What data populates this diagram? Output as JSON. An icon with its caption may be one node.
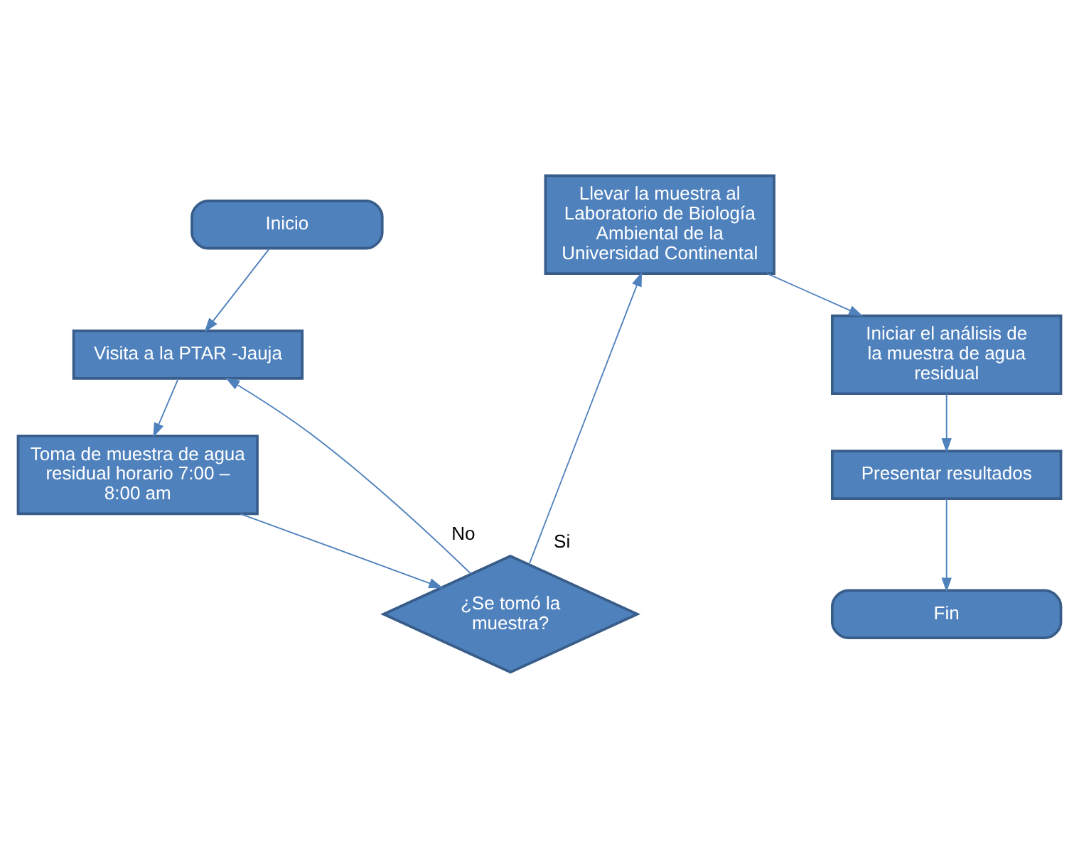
{
  "diagram": {
    "nodes": [
      {
        "text": [
          "Inicio"
        ]
      },
      {
        "text": [
          "Visita a la PTAR -Jauja"
        ]
      },
      {
        "text": [
          "Toma de muestra de agua residual horario 7:00 – 8:00 am"
        ]
      },
      {
        "text": [
          "¿Se tomó la muestra?"
        ]
      },
      {
        "text": [
          "Llevar la muestra al Laboratorio de Biología Ambiental de la Universidad Continental"
        ]
      },
      {
        "text": [
          "Iniciar el análisis de la muestra de agua residual"
        ]
      },
      {
        "text": [
          "Presentar resultados"
        ]
      },
      {
        "text": [
          "Fin"
        ]
      }
    ],
    "edges": [
      {
        "from": 0,
        "to": 1,
        "arrow": "to"
      },
      {
        "from": 1,
        "to": 2,
        "arrow": "to"
      },
      {
        "from": 2,
        "to": 3,
        "arrow": "to"
      },
      {
        "from": 3,
        "to": 1,
        "arrow": "to",
        "label": "No"
      },
      {
        "from": 3,
        "to": 4,
        "arrow": "to",
        "label": "Si"
      },
      {
        "from": 4,
        "to": 5,
        "arrow": "to"
      },
      {
        "from": 5,
        "to": 6,
        "arrow": "to"
      },
      {
        "from": 6,
        "to": 7,
        "arrow": "to"
      }
    ]
  }
}
